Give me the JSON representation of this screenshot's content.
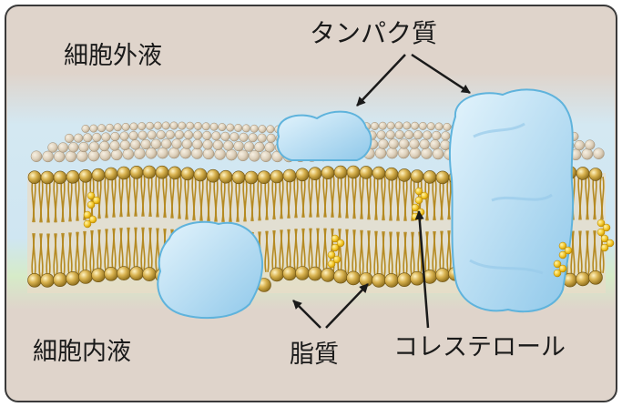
{
  "labels": {
    "extracellular": "細胞外液",
    "intracellular": "細胞内液",
    "protein": "タンパク質",
    "lipid": "脂質",
    "cholesterol": "コレステロール"
  },
  "colors": {
    "frame_fill": "#dfd4cb",
    "frame_stroke": "#3a3a3a",
    "water_blue": "#cfe6f2",
    "water_green": "#d6ebc8",
    "lipid_head": "#d7b24f",
    "lipid_head_dark": "#8a6a18",
    "lipid_tail": "#b58a22",
    "cholesterol": "#f2c526",
    "protein": "#b6dcf2",
    "protein_stroke": "#5fb3dc"
  },
  "icons": {
    "arrow": "arrow-icon"
  }
}
